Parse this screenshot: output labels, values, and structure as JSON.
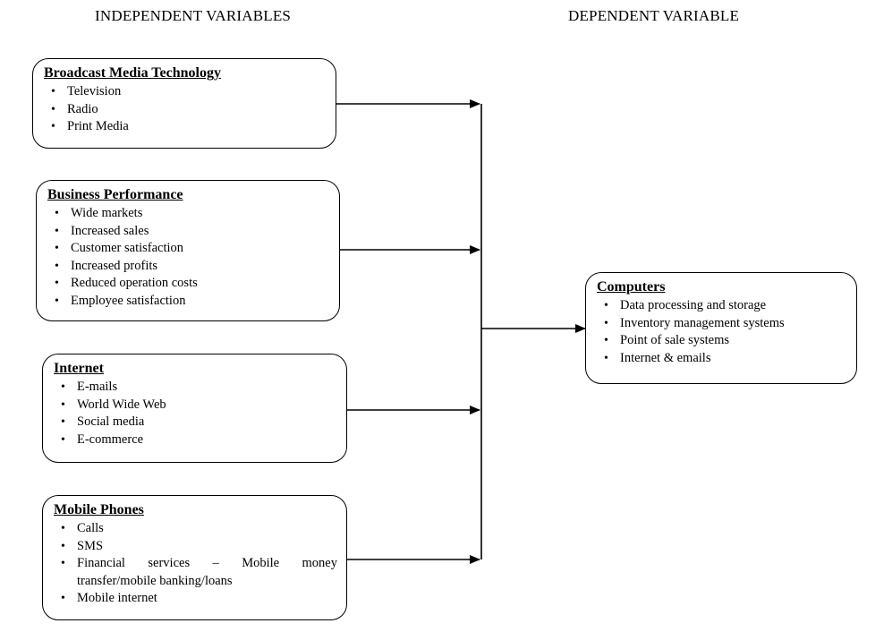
{
  "headings": {
    "independent": "INDEPENDENT VARIABLES",
    "dependent": "DEPENDENT VARIABLE"
  },
  "boxes": {
    "broadcast": {
      "title": "Broadcast Media Technology",
      "items": [
        "Television",
        "Radio",
        "Print Media"
      ]
    },
    "business": {
      "title": "Business Performance",
      "items": [
        "Wide markets",
        "Increased sales",
        "Customer satisfaction",
        "Increased profits",
        "Reduced operation costs",
        "Employee satisfaction"
      ]
    },
    "internet": {
      "title": "Internet",
      "items": [
        "E-mails",
        "World Wide Web",
        "Social media",
        "E-commerce"
      ]
    },
    "mobile": {
      "title": "Mobile Phones",
      "items": [
        "Calls",
        "SMS",
        "Financial services – Mobile money",
        "transfer/mobile banking/loans",
        "Mobile internet"
      ]
    },
    "computers": {
      "title": "Computers",
      "items": [
        "Data processing and storage",
        "Inventory management systems",
        "Point of sale systems",
        "Internet & emails"
      ]
    }
  }
}
